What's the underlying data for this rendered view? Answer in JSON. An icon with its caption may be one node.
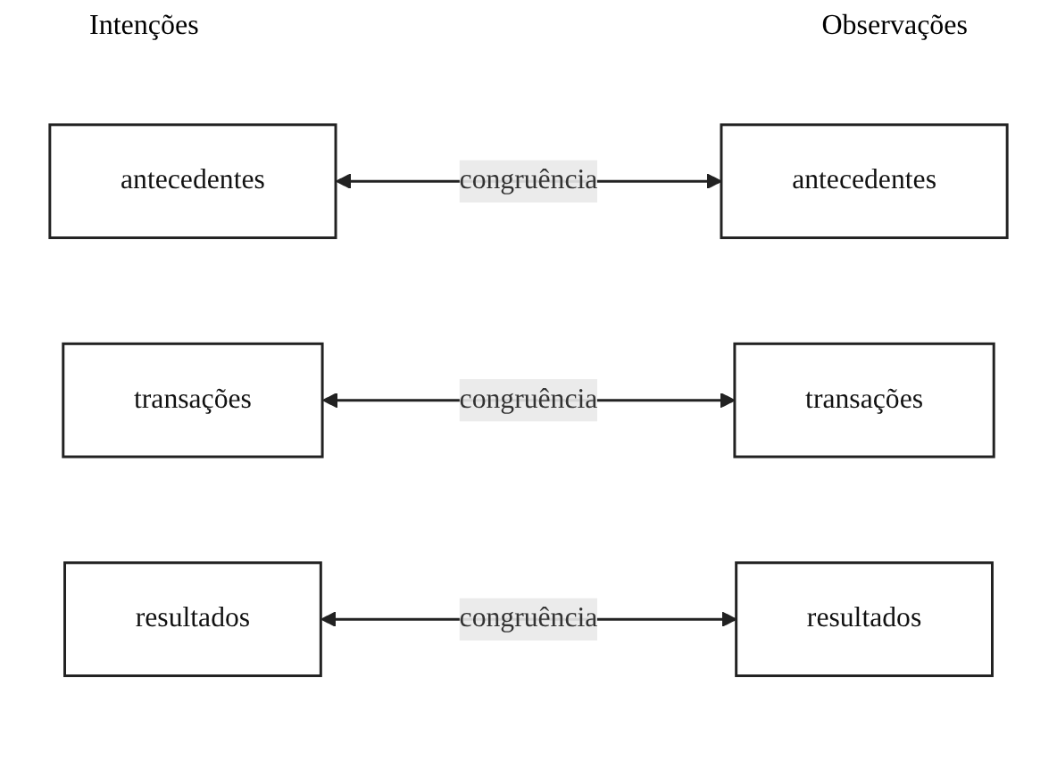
{
  "diagram": {
    "nodes": [
      {
        "text": [
          "antecedentes"
        ]
      },
      {
        "text": [
          "antecedentes"
        ]
      },
      {
        "text": [
          "transações"
        ]
      },
      {
        "text": [
          "transações"
        ]
      },
      {
        "text": [
          "resultados"
        ]
      },
      {
        "text": [
          "resultados"
        ]
      }
    ],
    "edges": [
      {
        "from": 0,
        "to": 1,
        "arrow": "both",
        "label": "congruência"
      },
      {
        "from": 2,
        "to": 3,
        "arrow": "both",
        "label": "congruência"
      },
      {
        "from": 4,
        "to": 5,
        "arrow": "both",
        "label": "congruência"
      }
    ],
    "labels": [
      "Intenções",
      "Observações"
    ]
  }
}
